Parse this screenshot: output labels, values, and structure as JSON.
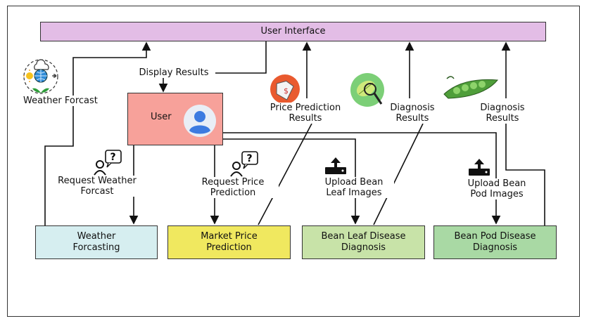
{
  "ui": {
    "title": "User Interface"
  },
  "user": {
    "label": "User"
  },
  "edges": {
    "display_results": "Display Results",
    "weather_forcast": "Weather Forcast",
    "price_prediction_results": "Price Prediction\nResults",
    "leaf_diagnosis_results": "Diagnosis\nResults",
    "pod_diagnosis_results": "Diagnosis\nResults",
    "request_weather": "Request Weather\nForcast",
    "request_price": "Request Price\nPrediction",
    "upload_leaf": "Upload Bean\nLeaf Images",
    "upload_pod": "Upload Bean\nPod Images"
  },
  "modules": {
    "weather": "Weather\nForcasting",
    "market": "Market Price\nPrediction",
    "leaf": "Bean Leaf Disease\nDiagnosis",
    "pod": "Bean Pod Disease\nDiagnosis"
  },
  "colors": {
    "ui": "#e3bde6",
    "user": "#f7a19a",
    "weather": "#d6eef0",
    "market": "#f0e85f",
    "leaf": "#c8e3a8",
    "pod": "#a9d9a4"
  },
  "icons": [
    "weather-icon",
    "avatar-icon",
    "request-question-icon",
    "upload-icon",
    "price-tag-icon",
    "leaf-magnifier-icon",
    "pea-pod-icon"
  ]
}
